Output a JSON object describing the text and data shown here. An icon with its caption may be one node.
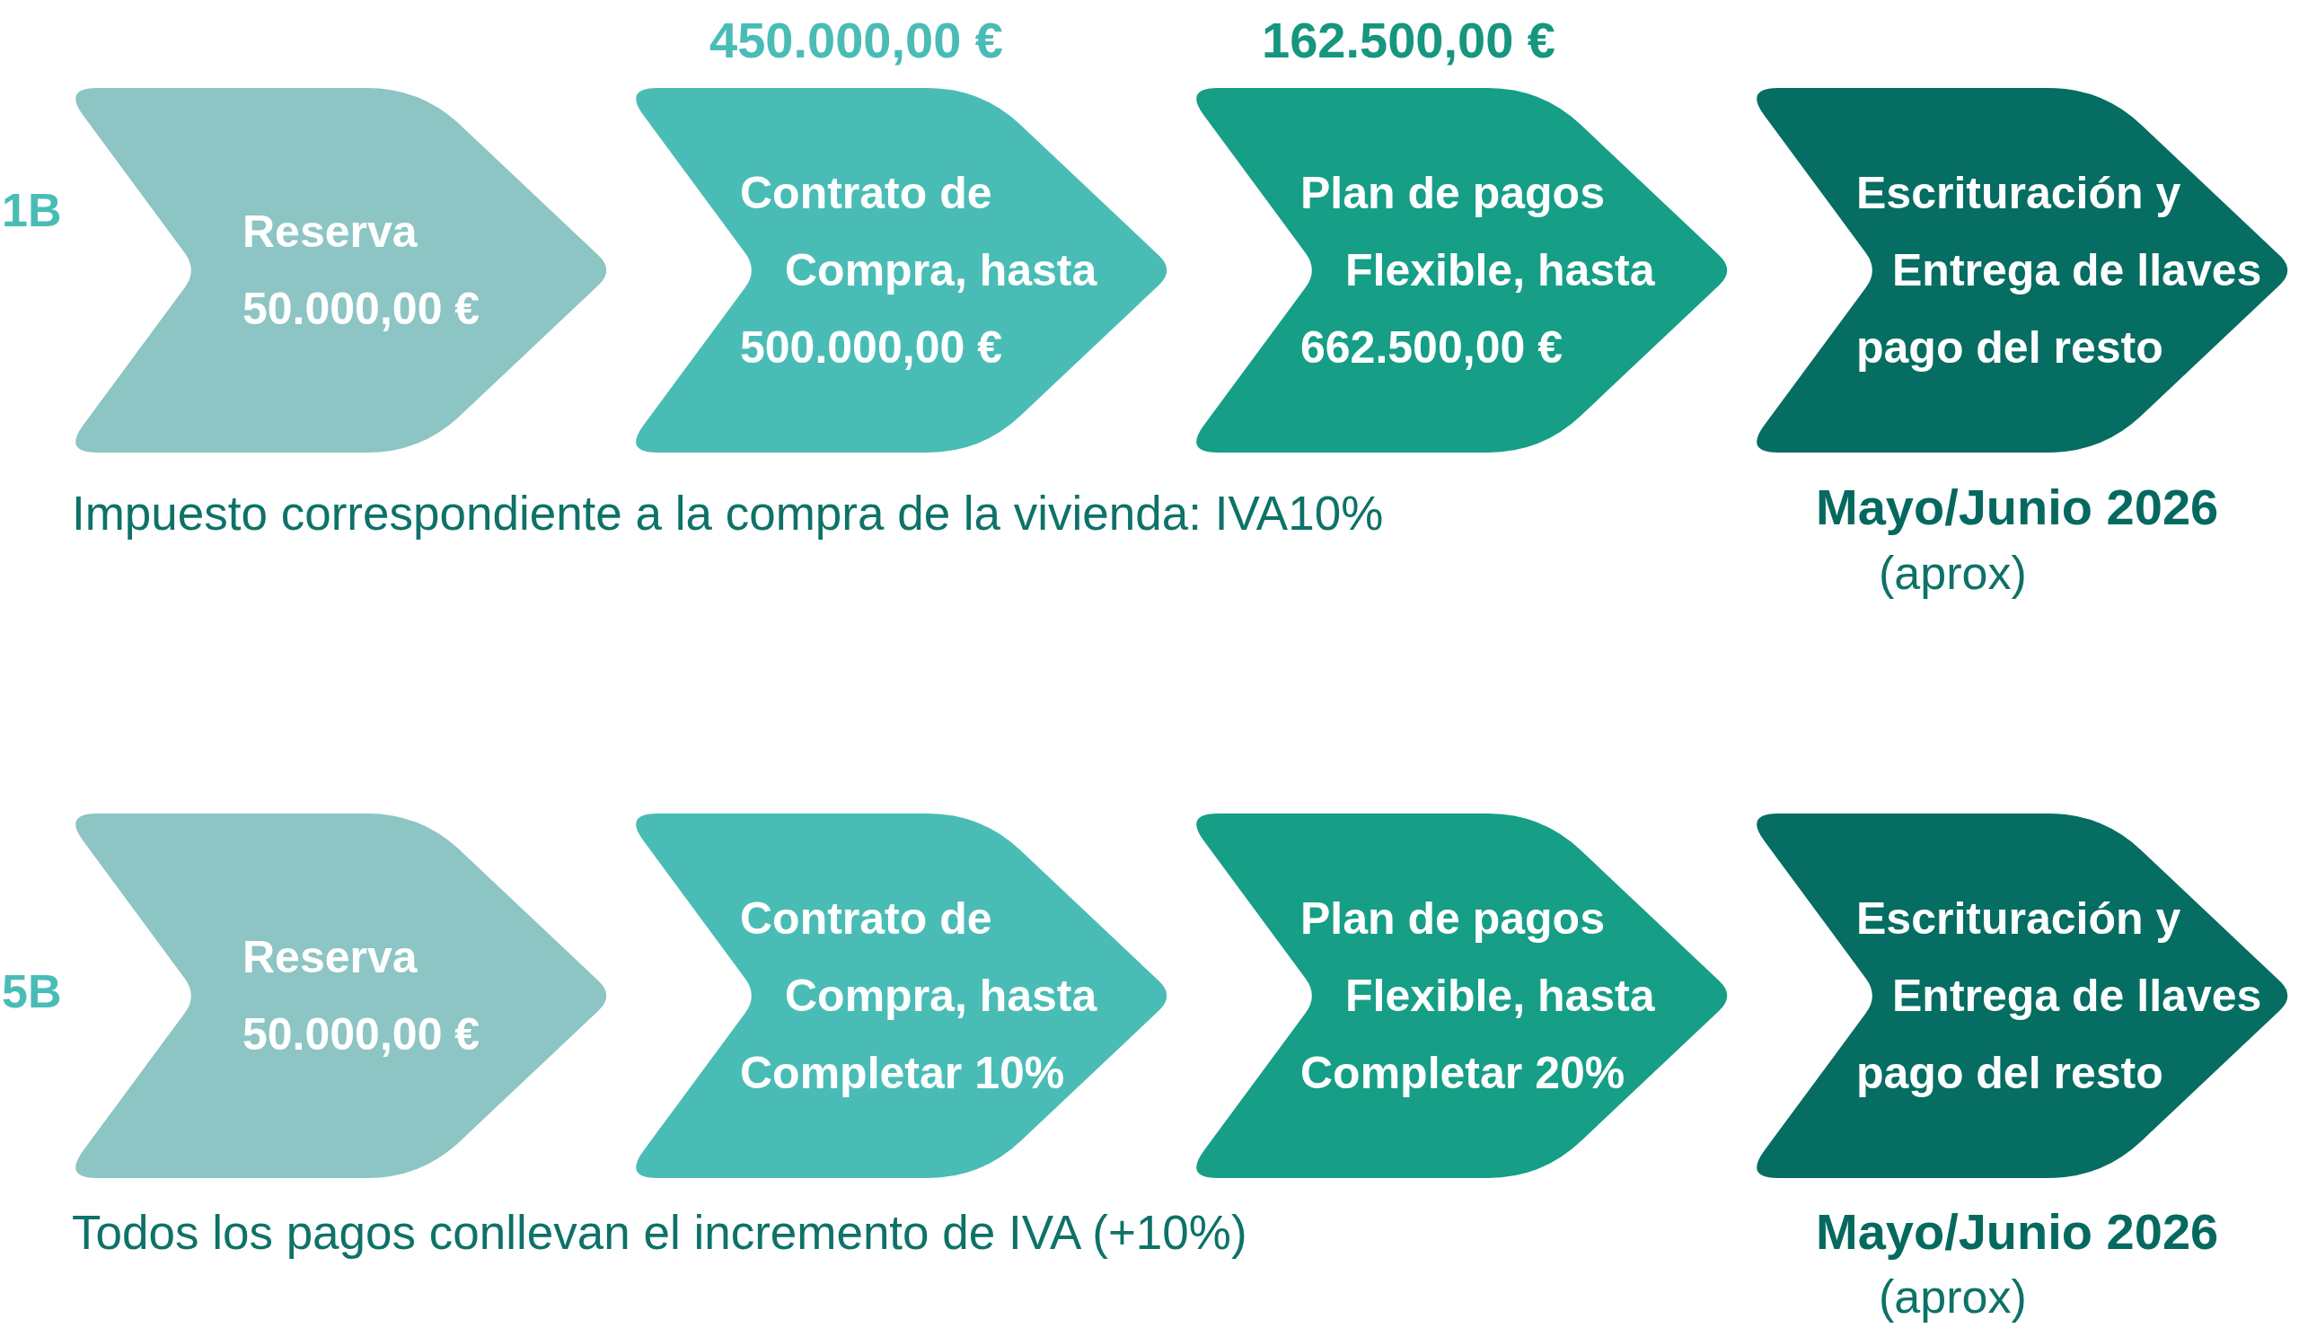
{
  "diagram": {
    "nodes": [
      {
        "text": [
          "Reserva",
          "50.000,00 €"
        ]
      },
      {
        "text": [
          "Contrato de Compra, hasta",
          "500.000,00 €"
        ],
        "beside": [
          "450.000,00 €"
        ]
      },
      {
        "text": [
          "Plan de pagos Flexible, hasta",
          "662.500,00 €"
        ],
        "beside": [
          "162.500,00 €"
        ]
      },
      {
        "text": [
          "Escrituración y Entrega de llaves",
          "pago del resto"
        ],
        "beside": [
          "Mayo/Junio 2026",
          "(aprox)"
        ]
      },
      {
        "text": [
          "Reserva",
          "50.000,00 €"
        ]
      },
      {
        "text": [
          "Contrato de Compra, hasta",
          "Completar 10%"
        ]
      },
      {
        "text": [
          "Plan de pagos Flexible, hasta",
          "Completar 20%"
        ]
      },
      {
        "text": [
          "Escrituración y Entrega de llaves",
          "pago del resto"
        ],
        "beside": [
          "Mayo/Junio 2026",
          "(aprox)"
        ]
      }
    ],
    "labels": [
      "1B",
      "Impuesto correspondiente a la compra de la vivienda: IVA10%",
      "5B",
      "Todos los pagos conllevan el incremento de IVA (+10%)"
    ]
  }
}
